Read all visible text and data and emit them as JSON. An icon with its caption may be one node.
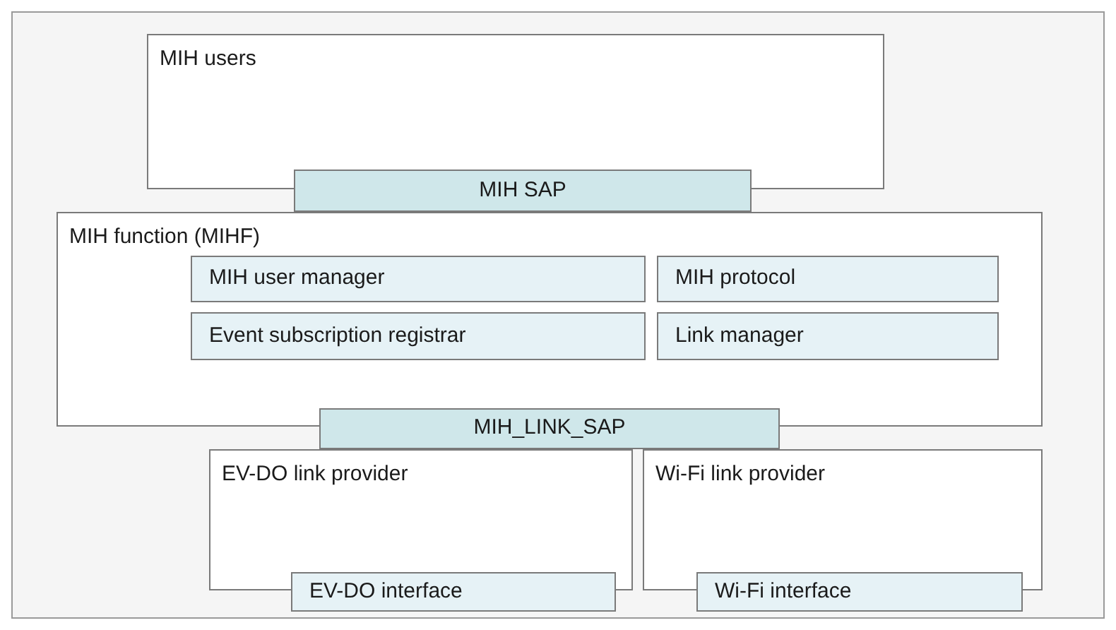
{
  "diagram": {
    "nodes": [
      {
        "text": [
          "MIH users"
        ]
      },
      {
        "text": [
          "MIH SAP"
        ]
      },
      {
        "text": [
          "MIH function (MIHF)"
        ]
      },
      {
        "text": [
          "MIH user manager"
        ],
        "in": 2
      },
      {
        "text": [
          "MIH protocol"
        ],
        "in": 2
      },
      {
        "text": [
          "Event subscription registrar"
        ],
        "in": 2
      },
      {
        "text": [
          "Link manager"
        ],
        "in": 2
      },
      {
        "text": [
          "MIH_LINK_SAP"
        ]
      },
      {
        "text": [
          "EV-DO link provider"
        ]
      },
      {
        "text": [
          "EV-DO interface"
        ]
      },
      {
        "text": [
          "Wi-Fi link provider"
        ]
      },
      {
        "text": [
          "Wi-Fi interface"
        ]
      }
    ]
  }
}
